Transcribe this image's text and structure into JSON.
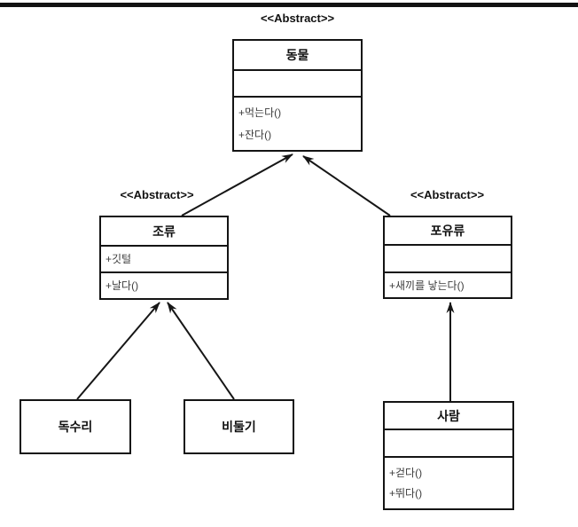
{
  "diagram_type": "uml-class-diagram",
  "labels": {
    "abstract_animal": "<<Abstract>>",
    "abstract_bird": "<<Abstract>>",
    "abstract_mammal": "<<Abstract>>"
  },
  "classes": {
    "animal": {
      "name": "동물",
      "stereotype": "<<Abstract>>",
      "attributes": [],
      "methods": [
        "+먹는다()",
        "+잔다()"
      ]
    },
    "bird": {
      "name": "조류",
      "stereotype": "<<Abstract>>",
      "attributes": [
        "+깃털"
      ],
      "methods": [
        "+날다()"
      ]
    },
    "mammal": {
      "name": "포유류",
      "stereotype": "<<Abstract>>",
      "attributes": [],
      "methods": [
        "+새끼를 낳는다()"
      ]
    },
    "eagle": {
      "name": "독수리"
    },
    "pigeon": {
      "name": "비둘기"
    },
    "person": {
      "name": "사람",
      "attributes": [],
      "methods": [
        "+걷다()",
        "+뛰다()"
      ]
    }
  },
  "relations": [
    {
      "from": "조류",
      "to": "동물",
      "type": "inheritance"
    },
    {
      "from": "포유류",
      "to": "동물",
      "type": "inheritance"
    },
    {
      "from": "독수리",
      "to": "조류",
      "type": "inheritance"
    },
    {
      "from": "비둘기",
      "to": "조류",
      "type": "inheritance"
    },
    {
      "from": "사람",
      "to": "포유류",
      "type": "inheritance"
    }
  ],
  "colors": {
    "background": "#ffffff",
    "line": "#161616",
    "border": "#141414",
    "top_bar": "#121212",
    "title_text": "#111111",
    "member_text": "#3c3c3c"
  }
}
